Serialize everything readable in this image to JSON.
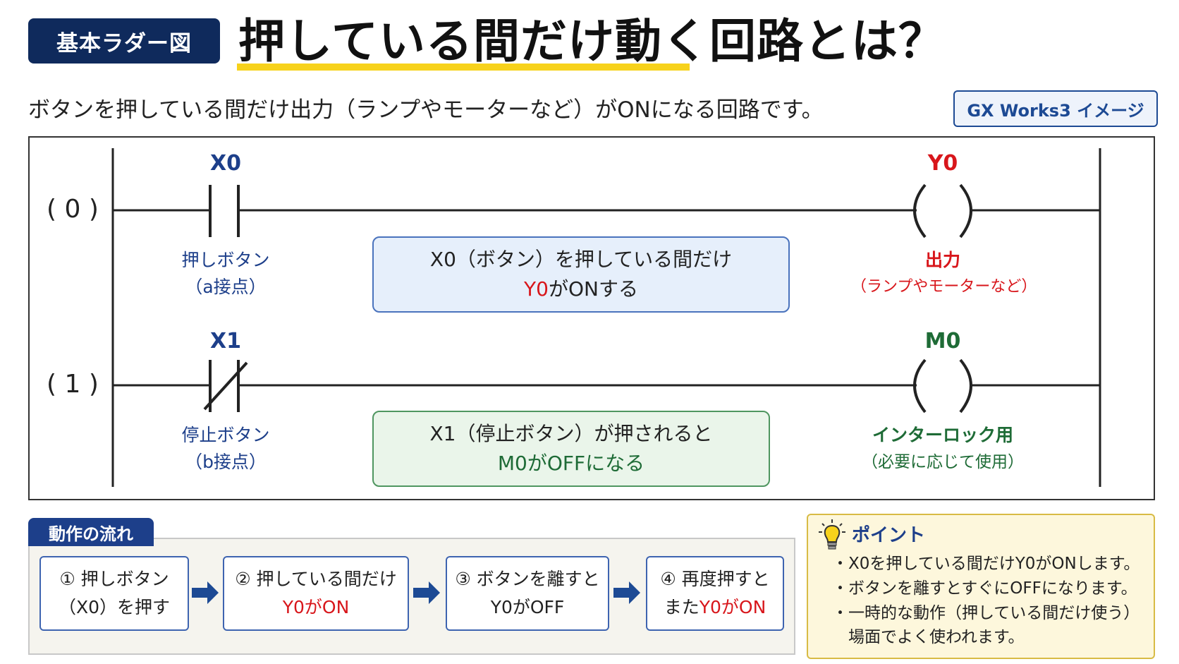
{
  "header": {
    "tag": "基本ラダー図",
    "title": "押している間だけ動く回路とは？",
    "subtitle": "ボタンを押している間だけ出力（ランプやモーターなど）がONになる回路です。",
    "badge": "GX Works3 イメージ"
  },
  "ladder": {
    "rows": [
      {
        "number": "( 0 )",
        "contact": {
          "device": "X0",
          "label": "押しボタン",
          "type": "（a接点）"
        },
        "coil": {
          "device": "Y0",
          "label": "出力",
          "sub": "（ランプやモーターなど）"
        },
        "note": {
          "line1": "X0（ボタン）を押している間だけ",
          "line2_highlight": "Y0",
          "line2_rest": "がONする"
        }
      },
      {
        "number": "( 1 )",
        "contact": {
          "device": "X1",
          "label": "停止ボタン",
          "type": "（b接点）"
        },
        "coil": {
          "device": "M0",
          "label": "インターロック用",
          "sub": "（必要に応じて使用）"
        },
        "note": {
          "line1": "X1（停止ボタン）が押されると",
          "line2_highlight": "M0",
          "line2_rest": "がOFFになる"
        }
      }
    ]
  },
  "flow": {
    "title": "動作の流れ",
    "steps": [
      {
        "line1": "① 押しボタン",
        "line2_a": "（X0）を押す",
        "line2_b": ""
      },
      {
        "line1": "② 押している間だけ",
        "line2_a": "",
        "line2_b": "Y0がON"
      },
      {
        "line1": "③ ボタンを離すと",
        "line2_a": "Y0がOFF",
        "line2_b": ""
      },
      {
        "line1": "④ 再度押すと",
        "line2_a": "また",
        "line2_b": "Y0がON"
      }
    ]
  },
  "point": {
    "title": "ポイント",
    "items": [
      "・X0を押している間だけY0がONします。",
      "・ボタンを離すとすぐにOFFになります。",
      "・一時的な動作（押している間だけ使う）",
      "　場面でよく使われます。"
    ]
  },
  "colors": {
    "navy": "#0f2a5c",
    "accent_blue": "#1d3f8a",
    "red": "#d8161b",
    "green": "#1e6b36",
    "underline_yellow": "#f7d21b"
  }
}
